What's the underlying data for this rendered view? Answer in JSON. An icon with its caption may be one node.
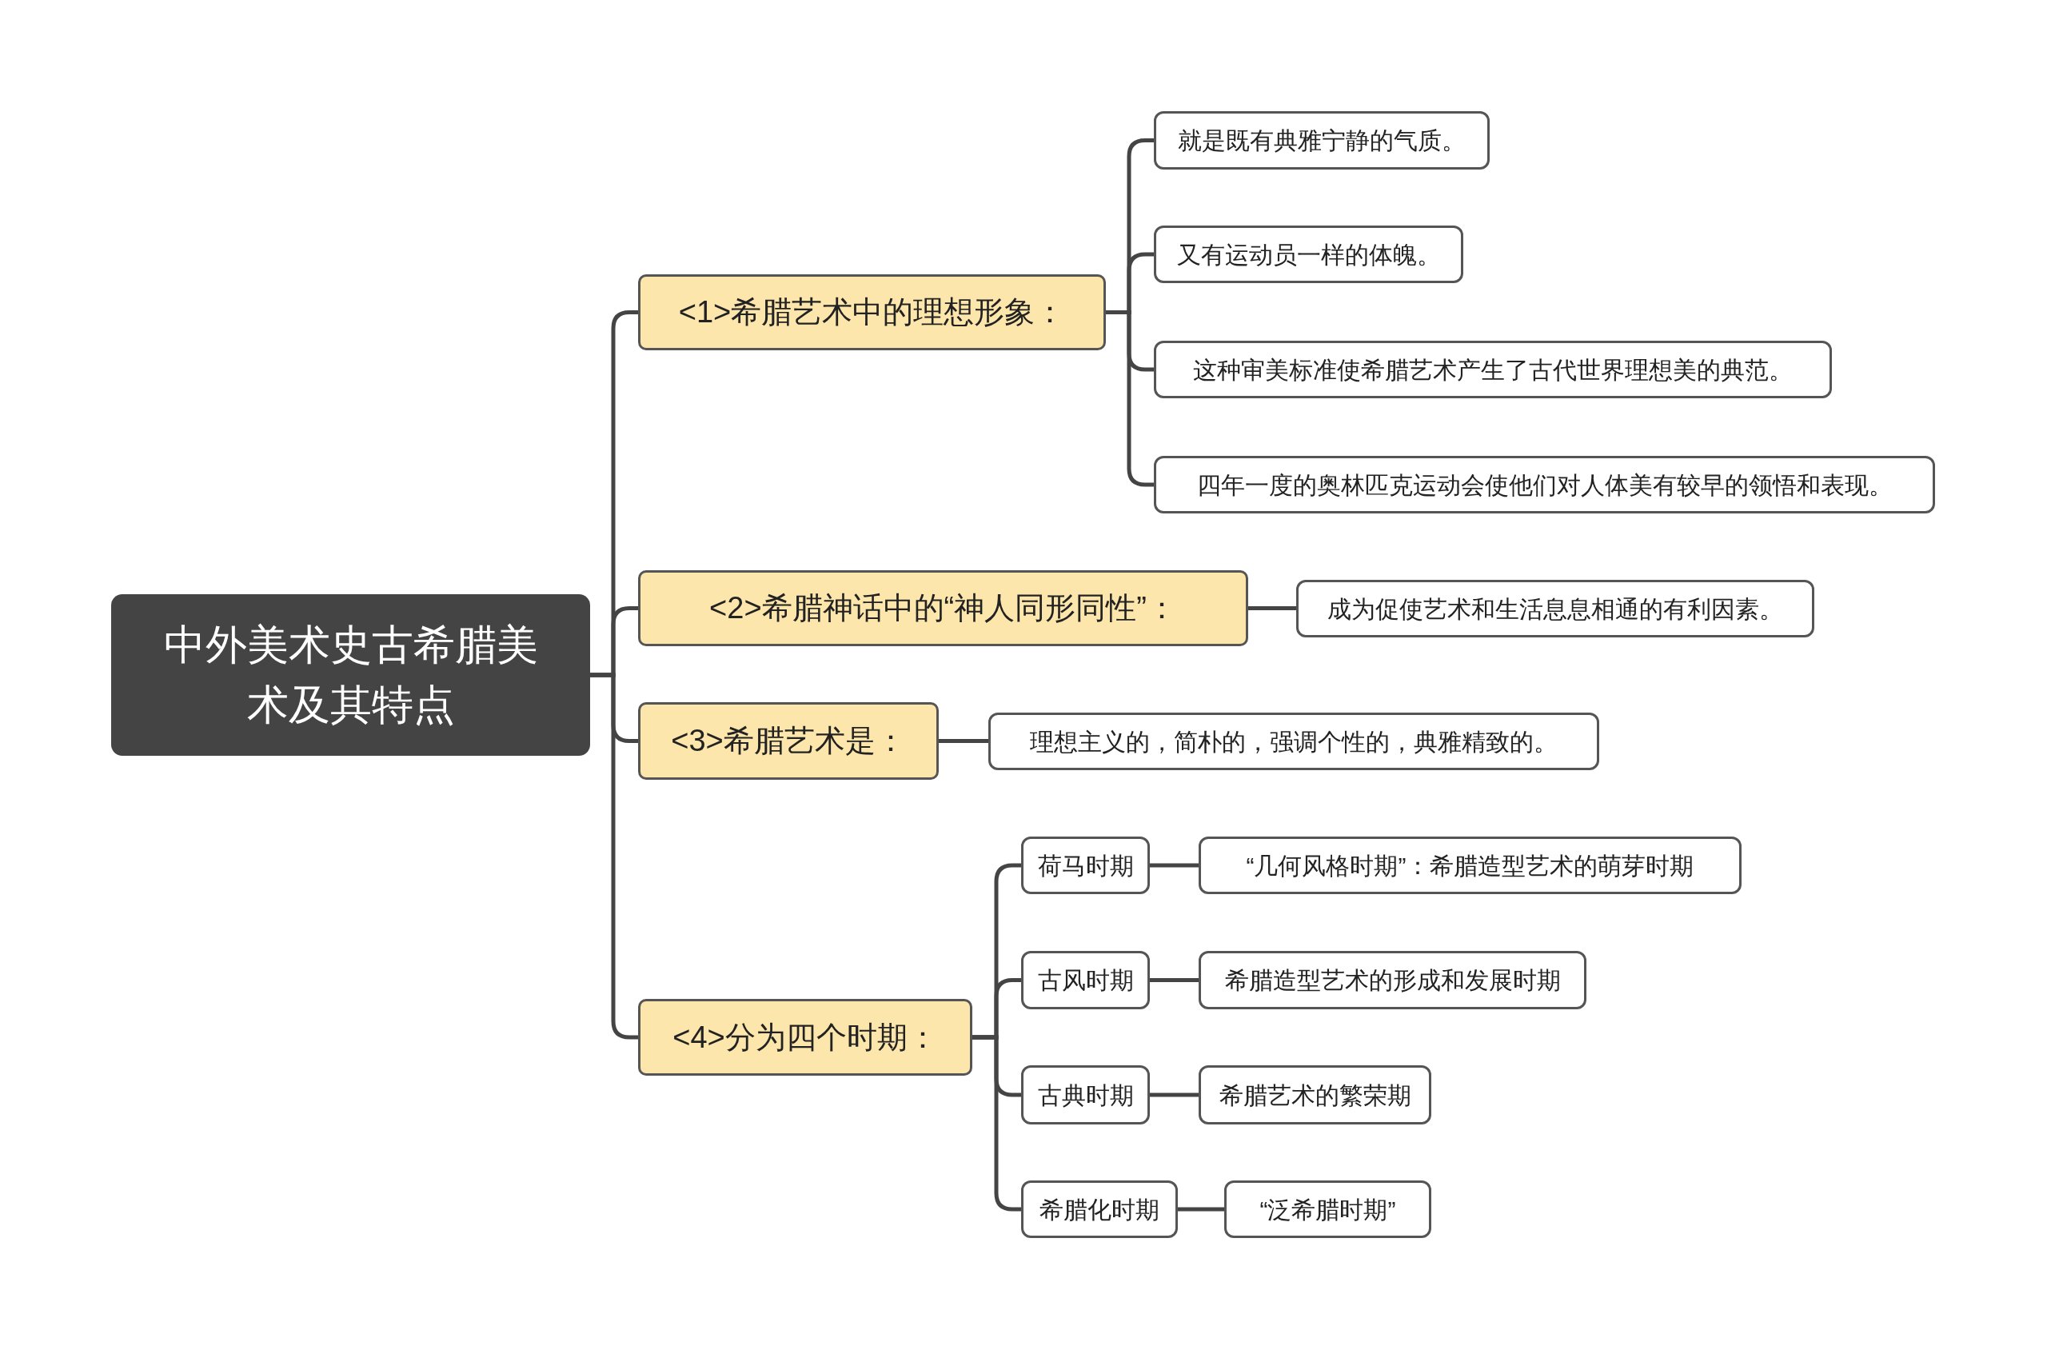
{
  "diagram": {
    "nodes": [
      {
        "text": [
          "中外美术史古希腊美术及其特点"
        ]
      },
      {
        "text": [
          "<1>希腊艺术中的理想形象："
        ]
      },
      {
        "text": [
          "就是既有典雅宁静的气质。"
        ]
      },
      {
        "text": [
          "又有运动员一样的体魄。"
        ]
      },
      {
        "text": [
          "这种审美标准使希腊艺术产生了古代世界理想美的典范。"
        ]
      },
      {
        "text": [
          "四年一度的奥林匹克运动会使他们对人体美有较早的领悟和表现。"
        ]
      },
      {
        "text": [
          "<2>希腊神话中的“神人同形同性”："
        ]
      },
      {
        "text": [
          "成为促使艺术和生活息息相通的有利因素。"
        ]
      },
      {
        "text": [
          "<3>希腊艺术是："
        ]
      },
      {
        "text": [
          "理想主义的，简朴的，强调个性的，典雅精致的。"
        ]
      },
      {
        "text": [
          "<4>分为四个时期："
        ]
      },
      {
        "text": [
          "荷马时期"
        ]
      },
      {
        "text": [
          "“几何风格时期”：希腊造型艺术的萌芽时期"
        ]
      },
      {
        "text": [
          "古风时期"
        ]
      },
      {
        "text": [
          "希腊造型艺术的形成和发展时期"
        ]
      },
      {
        "text": [
          "古典时期"
        ]
      },
      {
        "text": [
          "希腊艺术的繁荣期"
        ]
      },
      {
        "text": [
          "希腊化时期"
        ]
      },
      {
        "text": [
          "“泛希腊时期”"
        ]
      }
    ],
    "edges": [
      {
        "from": 0,
        "to": 1,
        "arrow": "none"
      },
      {
        "from": 1,
        "to": 2,
        "arrow": "none"
      },
      {
        "from": 1,
        "to": 3,
        "arrow": "none"
      },
      {
        "from": 1,
        "to": 4,
        "arrow": "none"
      },
      {
        "from": 1,
        "to": 5,
        "arrow": "none"
      },
      {
        "from": 0,
        "to": 6,
        "arrow": "none"
      },
      {
        "from": 6,
        "to": 7,
        "arrow": "none"
      },
      {
        "from": 0,
        "to": 8,
        "arrow": "none"
      },
      {
        "from": 8,
        "to": 9,
        "arrow": "none"
      },
      {
        "from": 0,
        "to": 10,
        "arrow": "none"
      },
      {
        "from": 10,
        "to": 11,
        "arrow": "none"
      },
      {
        "from": 11,
        "to": 12,
        "arrow": "none"
      },
      {
        "from": 10,
        "to": 13,
        "arrow": "none"
      },
      {
        "from": 13,
        "to": 14,
        "arrow": "none"
      },
      {
        "from": 10,
        "to": 15,
        "arrow": "none"
      },
      {
        "from": 15,
        "to": 16,
        "arrow": "none"
      },
      {
        "from": 10,
        "to": 17,
        "arrow": "none"
      },
      {
        "from": 17,
        "to": 18,
        "arrow": "none"
      }
    ]
  }
}
